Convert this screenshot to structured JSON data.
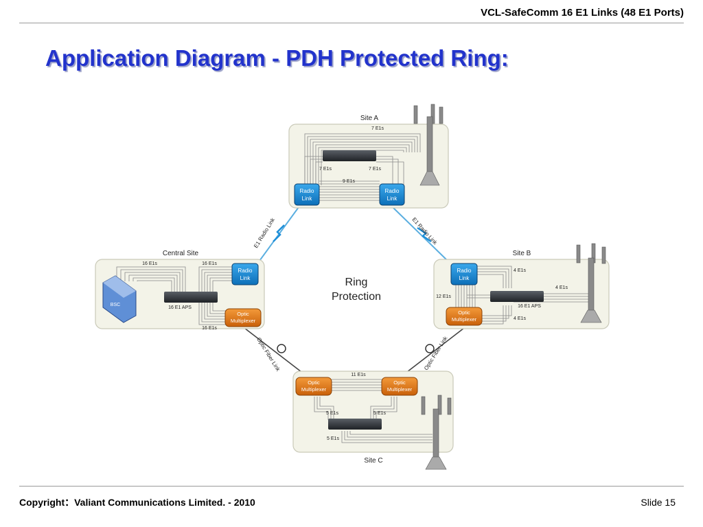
{
  "header": {
    "title": "VCL-SafeComm 16 E1 Links (48 E1 Ports)"
  },
  "slide": {
    "title": "Application Diagram - PDH Protected Ring:"
  },
  "footer": {
    "copyright": "Copyright：Valiant Communications Limited. - 2010",
    "slide_number": "Slide 15"
  },
  "diagram": {
    "center_label_line1": "Ring",
    "center_label_line2": "Protection",
    "site_a": {
      "name": "Site A",
      "top_e1": "7 E1s",
      "left_e1": "7 E1s",
      "right_e1": "7 E1s",
      "mid_e1": "9 E1s",
      "radio_left_1": "Radio",
      "radio_left_2": "Link",
      "radio_right_1": "Radio",
      "radio_right_2": "Link"
    },
    "central_site": {
      "name": "Central Site",
      "bsc_label": "BSC",
      "top_left_e1": "16 E1s",
      "top_right_e1": "16 E1s",
      "aps_label": "16 E1 APS",
      "bottom_e1": "16 E1s",
      "radio_1": "Radio",
      "radio_2": "Link",
      "optic_1": "Optic",
      "optic_2": "Multiplexer"
    },
    "site_b": {
      "name": "Site B",
      "top_e1": "4 E1s",
      "right_e1": "4 E1s",
      "left_e1": "12 E1s",
      "bottom_e1": "4 E1s",
      "aps_label": "16 E1 APS",
      "radio_1": "Radio",
      "radio_2": "Link",
      "optic_1": "Optic",
      "optic_2": "Multiplexer"
    },
    "site_c": {
      "name": "Site C",
      "top_e1": "11 E1s",
      "left_e1": "5 E1s",
      "right_e1": "5 E1s",
      "bottom_e1": "5 E1s",
      "optic_left_1": "Optic",
      "optic_left_2": "Multiplexer",
      "optic_right_1": "Optic",
      "optic_right_2": "Multiplexer"
    },
    "links": {
      "radio_left": "E1 Radio Link",
      "radio_right": "E1 Radio Link",
      "fiber_left": "Optic Fiber Link",
      "fiber_right": "Optic Fiber Link"
    },
    "colors": {
      "radio": "#1e8fd8",
      "optic": "#e07a10",
      "site_bg": "#f3f3e8",
      "link_line": "#5aaee0",
      "fiber_line": "#444444",
      "title": "#2233cc"
    }
  }
}
